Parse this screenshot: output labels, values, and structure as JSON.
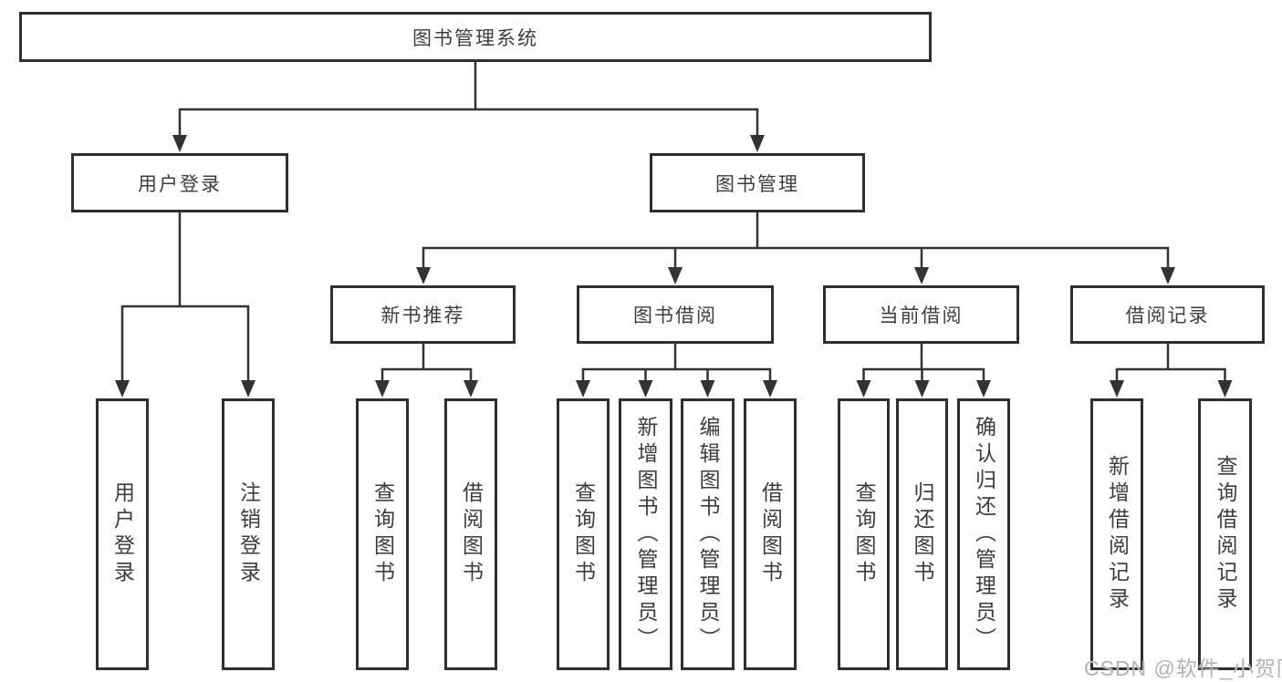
{
  "diagram_title": "图书管理系统",
  "tree": {
    "label": "图书管理系统",
    "children": [
      {
        "label": "用户登录",
        "children": [
          {
            "label": "用户登录"
          },
          {
            "label": "注销登录"
          }
        ]
      },
      {
        "label": "图书管理",
        "children": [
          {
            "label": "新书推荐",
            "children": [
              {
                "label": "查询图书"
              },
              {
                "label": "借阅图书"
              }
            ]
          },
          {
            "label": "图书借阅",
            "children": [
              {
                "label": "查询图书"
              },
              {
                "label": "新增图书（管理员）"
              },
              {
                "label": "编辑图书（管理员）"
              },
              {
                "label": "借阅图书"
              }
            ]
          },
          {
            "label": "当前借阅",
            "children": [
              {
                "label": "查询图书"
              },
              {
                "label": "归还图书"
              },
              {
                "label": "确认归还（管理员）"
              }
            ]
          },
          {
            "label": "借阅记录",
            "children": [
              {
                "label": "新增借阅记录"
              },
              {
                "label": "查询借阅记录"
              }
            ]
          }
        ]
      }
    ]
  },
  "watermark": {
    "text": "CSDN @软件_小贺同学"
  },
  "colors": {
    "line": "#333333",
    "box_border": "#2f2f2f",
    "text": "#3d3d3d",
    "watermark": "#b2b2b2",
    "background": "#ffffff"
  }
}
